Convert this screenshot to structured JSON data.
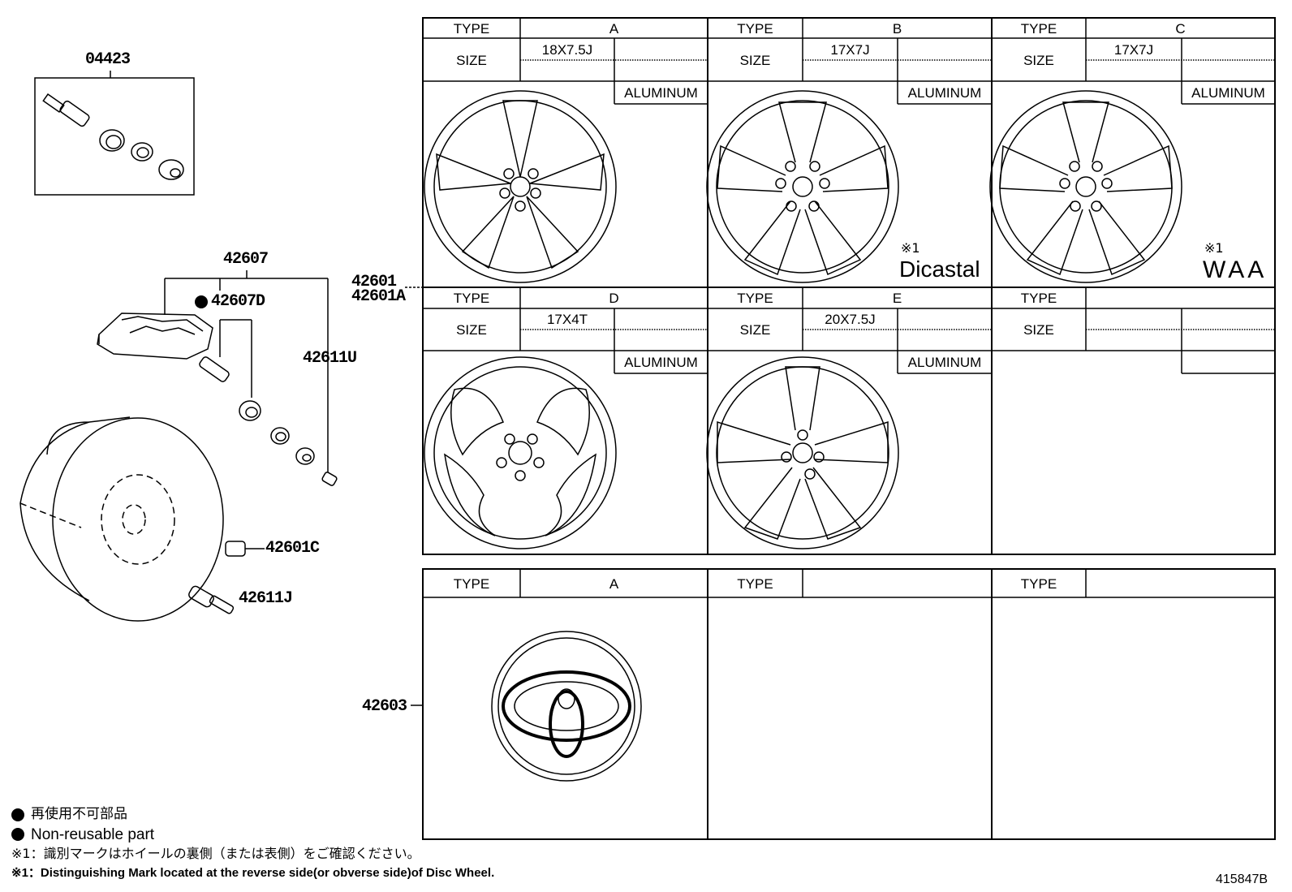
{
  "parts": {
    "p04423": "04423",
    "p42607": "42607",
    "p42607D": "42607D",
    "p42611U": "42611U",
    "p42601": "42601",
    "p42601A": "42601A",
    "p42601C": "42601C",
    "p42611J": "42611J",
    "p42603": "42603"
  },
  "wheel_table": {
    "type_label": "TYPE",
    "size_label": "SIZE",
    "cells": [
      {
        "type": "A",
        "size": "18X7.5J",
        "material": "ALUMINUM"
      },
      {
        "type": "B",
        "size": "17X7J",
        "material": "ALUMINUM",
        "mark_note": "※1",
        "mark": "Dicastal"
      },
      {
        "type": "C",
        "size": "17X7J",
        "material": "ALUMINUM",
        "mark_note": "※1",
        "mark": "WAA"
      },
      {
        "type": "D",
        "size": "17X4T",
        "material": "ALUMINUM"
      },
      {
        "type": "E",
        "size": "20X7.5J",
        "material": "ALUMINUM"
      },
      {
        "type": "",
        "size": "",
        "material": ""
      }
    ]
  },
  "cap_table": {
    "type_label": "TYPE",
    "cells": [
      {
        "type": "A"
      },
      {
        "type": ""
      },
      {
        "type": ""
      }
    ]
  },
  "notes": {
    "jp_nonreusable": "再使用不可部品",
    "en_nonreusable": "Non-reusable part",
    "jp_mark": "※1：識別マークはホイールの裏側（または表側）をご確認ください。",
    "en_mark": "※1：Distinguishing Mark located at the reverse side(or obverse side)of Disc Wheel."
  },
  "diagram_id": "415847B"
}
